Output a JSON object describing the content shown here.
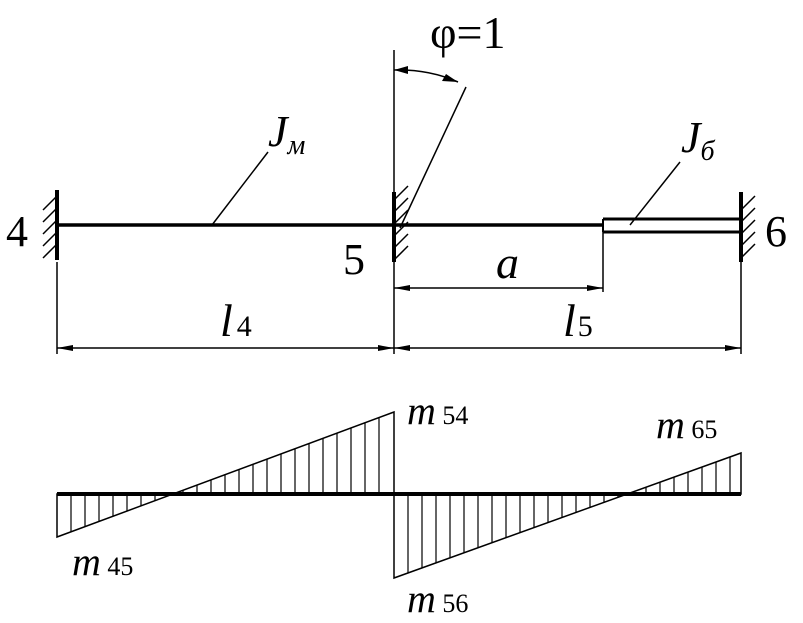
{
  "labels": {
    "node_4": "4",
    "node_5": "5",
    "node_6": "6",
    "rotation": "φ=1",
    "stiffness_1": {
      "main": "J",
      "sub": "м"
    },
    "stiffness_2": {
      "main": "J",
      "sub": "б"
    },
    "dim_a": "a",
    "dim_l4": {
      "main": "l",
      "sub": "4"
    },
    "dim_l5": {
      "main": "l",
      "sub": "5"
    },
    "m54": {
      "main": "m",
      "sub": " 54"
    },
    "m65": {
      "main": "m",
      "sub": " 65"
    },
    "m45": {
      "main": "m",
      "sub": " 45"
    },
    "m56": {
      "main": "m",
      "sub": " 56"
    }
  },
  "colors": {
    "line": "#000000",
    "background": "#ffffff"
  }
}
